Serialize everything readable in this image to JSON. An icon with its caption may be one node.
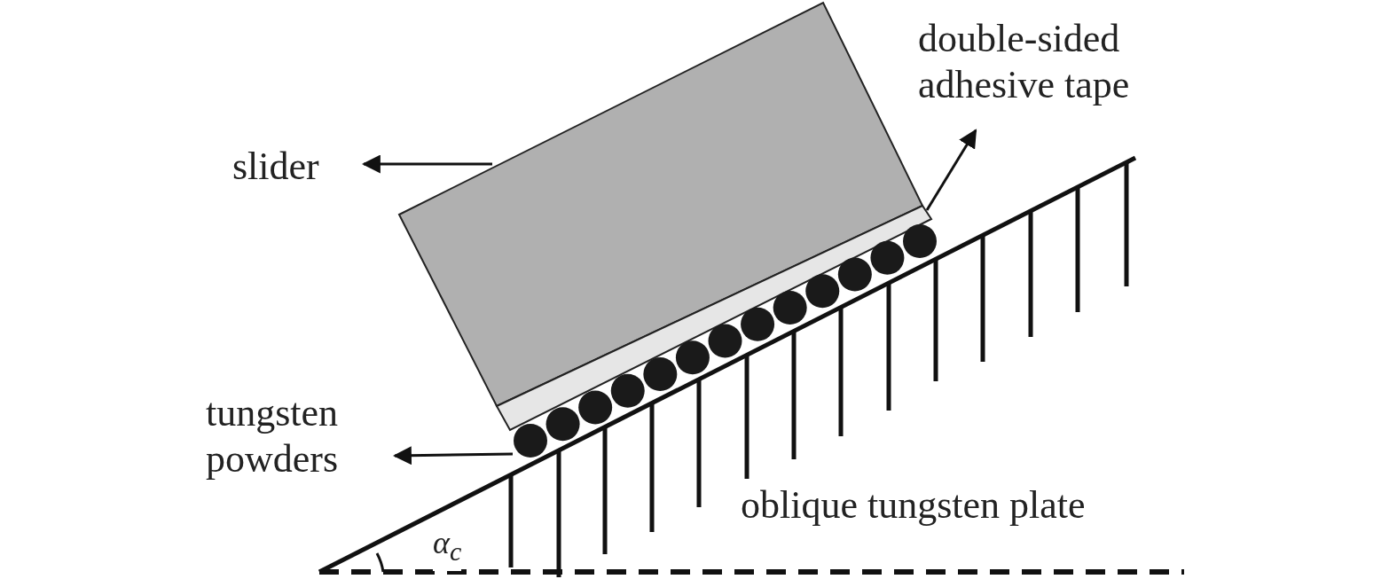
{
  "diagram": {
    "nodes": [
      {
        "text": [
          "slider"
        ]
      },
      {
        "text": [],
        "shape": "box"
      },
      {
        "text": [
          "double-sided adhesive tape"
        ]
      },
      {
        "text": [],
        "shape": "bar"
      },
      {
        "text": [
          "tungsten powders"
        ]
      },
      {
        "text": [],
        "shape": "circle"
      }
    ],
    "edges": [
      {
        "from": 1,
        "to": 0,
        "arrow": "to"
      },
      {
        "from": 3,
        "to": 2,
        "arrow": "to"
      },
      {
        "from": 5,
        "to": 4,
        "arrow": "to"
      }
    ],
    "labels": [
      "oblique tungsten plate",
      "α$_{c}$"
    ]
  }
}
